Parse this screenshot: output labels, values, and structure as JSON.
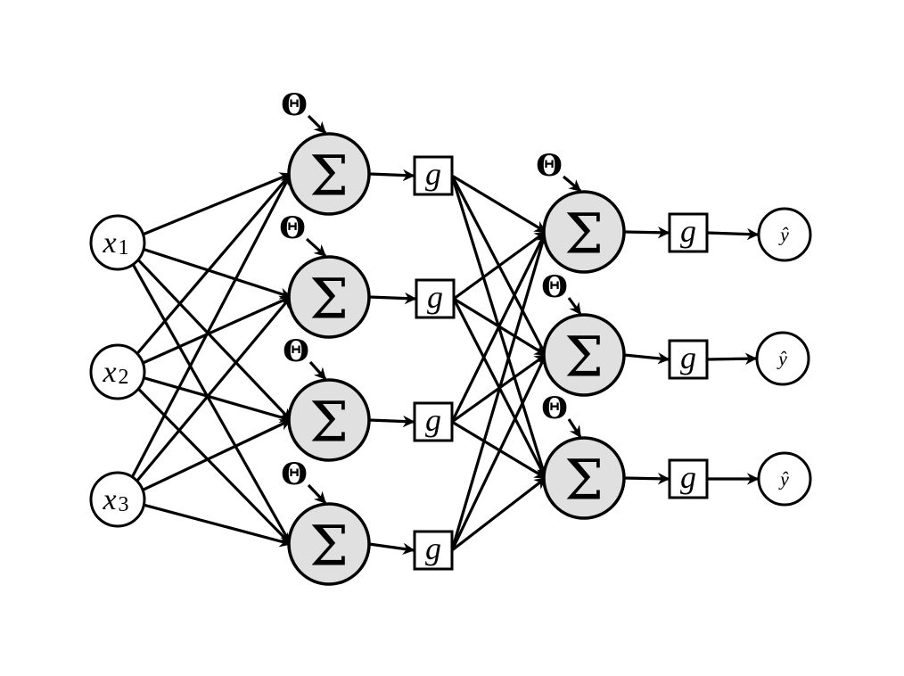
{
  "diagram": {
    "title": "Feedforward neural network with one hidden layer",
    "inputs": [
      {
        "symbol": "x",
        "sub": "1"
      },
      {
        "symbol": "x",
        "sub": "2"
      },
      {
        "symbol": "x",
        "sub": "3"
      }
    ],
    "hidden_layer": {
      "units": 4,
      "sum_symbol": "Σ",
      "bias_symbol": "Θ",
      "activation_symbol": "g"
    },
    "output_layer": {
      "units": 3,
      "sum_symbol": "Σ",
      "bias_symbol": "Θ",
      "activation_symbol": "g",
      "output_symbol": "ŷ"
    },
    "connectivity": "fully-connected",
    "colors": {
      "sum_fill": "#e0e0e0",
      "stroke": "#000000",
      "background": "#ffffff"
    }
  }
}
